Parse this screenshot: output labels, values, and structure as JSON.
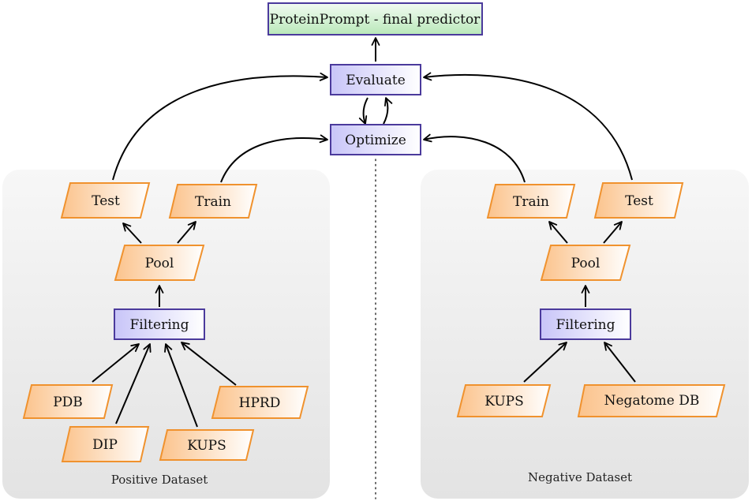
{
  "nodes": {
    "final_predictor": "ProteinPrompt - final predictor",
    "evaluate": "Evaluate",
    "optimize": "Optimize",
    "pos_test": "Test",
    "pos_train": "Train",
    "pos_pool": "Pool",
    "pos_filtering": "Filtering",
    "pos_pdb": "PDB",
    "pos_dip": "DIP",
    "pos_kups": "KUPS",
    "pos_hprd": "HPRD",
    "neg_train": "Train",
    "neg_test": "Test",
    "neg_pool": "Pool",
    "neg_filtering": "Filtering",
    "neg_kups": "KUPS",
    "neg_negatome": "Negatome DB"
  },
  "groups": {
    "positive": "Positive Dataset",
    "negative": "Negative Dataset"
  },
  "colors": {
    "process_fill": "#cfcdfa",
    "process_stroke": "#4b3a9c",
    "output_fill": "#c3ecc3",
    "output_stroke": "#4b3a9c",
    "data_fill": "#fbc896",
    "data_stroke": "#f0922e",
    "panel_top": "#f6f6f6",
    "panel_bottom": "#e4e4e4"
  }
}
